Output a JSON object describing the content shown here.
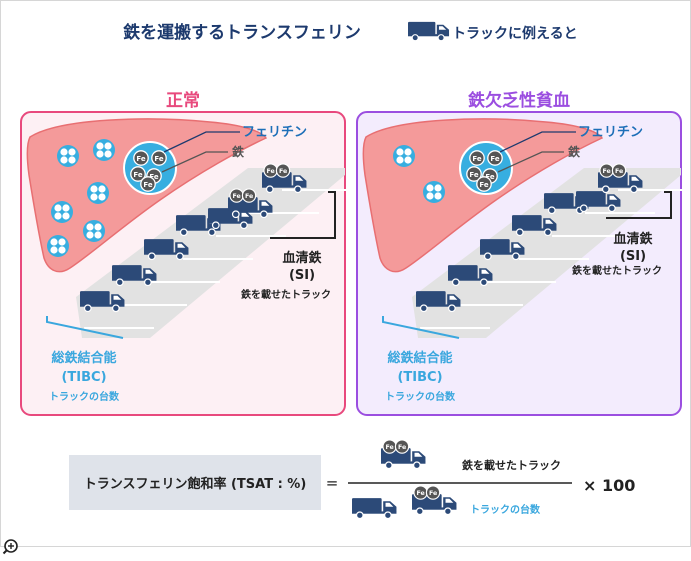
{
  "header": {
    "title": "鉄を運搬するトランスフェリン",
    "legend_label": "トラックに例えると",
    "legend_icon": "truck-icon"
  },
  "panels": [
    {
      "id": "normal",
      "title": "正常",
      "ferritin_label": "フェリチン",
      "iron_label": "鉄",
      "si_label_line1": "血清鉄",
      "si_label_line2": "(SI)",
      "si_caption": "鉄を載せたトラック",
      "tibc_label_line1": "総鉄結合能",
      "tibc_label_line2": "(TIBC)",
      "tibc_caption": "トラックの台数",
      "total_trucks": 7,
      "loaded_trucks": 2,
      "stored_iron_granules": 6
    },
    {
      "id": "iron-deficiency-anemia",
      "title": "鉄欠乏性貧血",
      "ferritin_label": "フェリチン",
      "iron_label": "鉄",
      "si_label_line1": "血清鉄",
      "si_label_line2": "(SI)",
      "si_caption": "鉄を載せたトラック",
      "tibc_label_line1": "総鉄結合能",
      "tibc_label_line2": "(TIBC)",
      "tibc_caption": "トラックの台数",
      "total_trucks": 7,
      "loaded_trucks": 1,
      "stored_iron_granules": 2
    }
  ],
  "formula": {
    "label": "トランスフェリン飽和率 (TSAT : %)",
    "equals": "=",
    "numerator_caption": "鉄を載せたトラック",
    "denominator_caption": "トラックの台数",
    "multiplier": "× 100"
  },
  "iron_symbol": "Fe",
  "zoom_icon": "zoom-in-icon",
  "colors": {
    "title": "#1d3a6e",
    "normal_border": "#e8497d",
    "normal_bg": "#fdf0f4",
    "anemia_border": "#9b4ee0",
    "anemia_bg": "#f3ecfd",
    "liver": "#f49a9a",
    "liver_dark": "#e86f72",
    "truck": "#2c4a78",
    "iron_dark": "#555555",
    "granule": "#37aee0",
    "tibc_blue": "#3aa7de",
    "formula_box": "#dfe3ea"
  }
}
